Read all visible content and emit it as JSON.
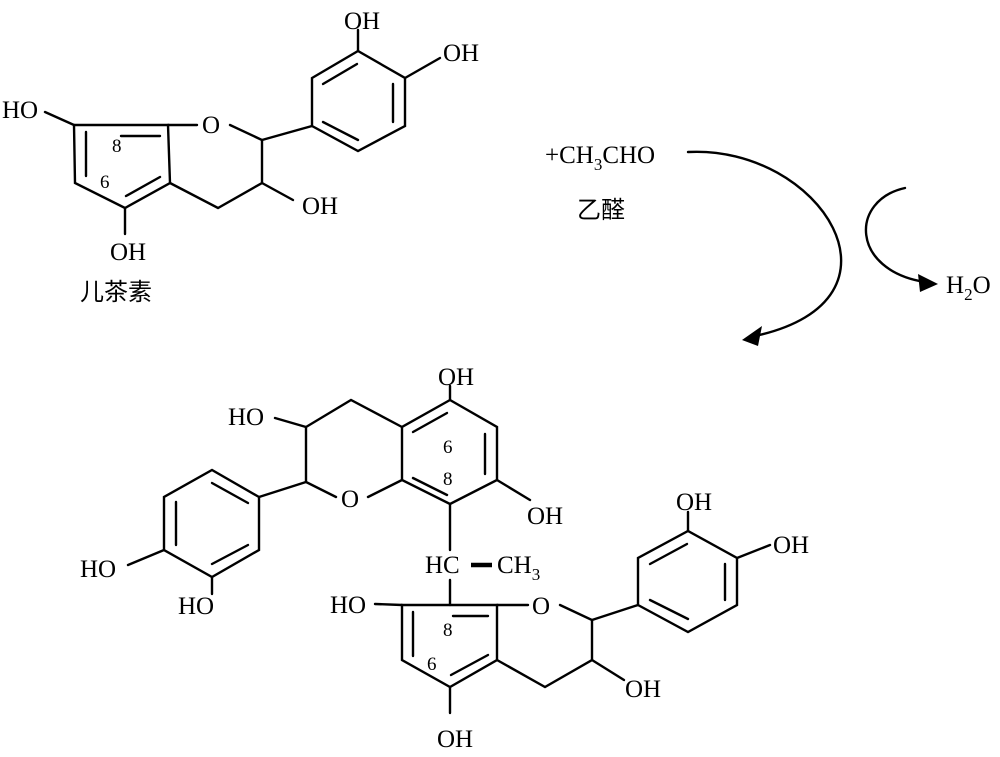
{
  "catechin": {
    "name": "儿茶素",
    "substituents": {
      "oh_a6": "HO",
      "oh_a3": "OH",
      "oh_c3": "OH",
      "oh_b3": "OH",
      "oh_b4": "OH"
    },
    "ring_oxygen": "O",
    "positions": {
      "p8": "8",
      "p6": "6"
    }
  },
  "reagent": {
    "formula": "+CH3CHO",
    "formula_prefix": "+CH",
    "formula_sub": "3",
    "formula_suffix": "CHO",
    "name": "乙醛"
  },
  "byproduct": {
    "formula": "H2O",
    "formula_h": "H",
    "formula_sub": "2",
    "formula_o": "O"
  },
  "product": {
    "upper_unit": {
      "substituents": {
        "oh_5": "OH",
        "oh_3": "HO",
        "oh_7": "OH",
        "oh_b3": "HO",
        "oh_b4": "HO"
      },
      "ring_oxygen": "O",
      "positions": {
        "p6": "6",
        "p8": "8"
      }
    },
    "bridge": {
      "hc": "HC",
      "methyl": "CH3",
      "methyl_prefix": "CH",
      "methyl_sub": "3"
    },
    "lower_unit": {
      "substituents": {
        "oh_7": "HO",
        "oh_5": "OH",
        "oh_3": "OH",
        "oh_b3": "OH",
        "oh_b4": "OH"
      },
      "ring_oxygen": "O",
      "positions": {
        "p8": "8",
        "p6": "6"
      }
    }
  }
}
